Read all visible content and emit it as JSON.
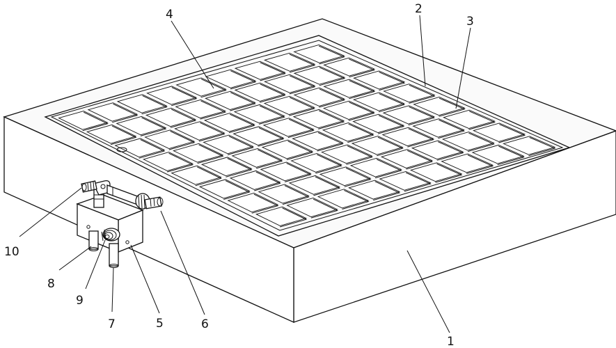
{
  "labels": {
    "l1": "1",
    "l2": "2",
    "l3": "3",
    "l4": "4",
    "l5": "5",
    "l6": "6",
    "l7": "7",
    "l8": "8",
    "l9": "9",
    "l10": "10"
  },
  "grid": {
    "rows": 8,
    "cols": 9
  }
}
